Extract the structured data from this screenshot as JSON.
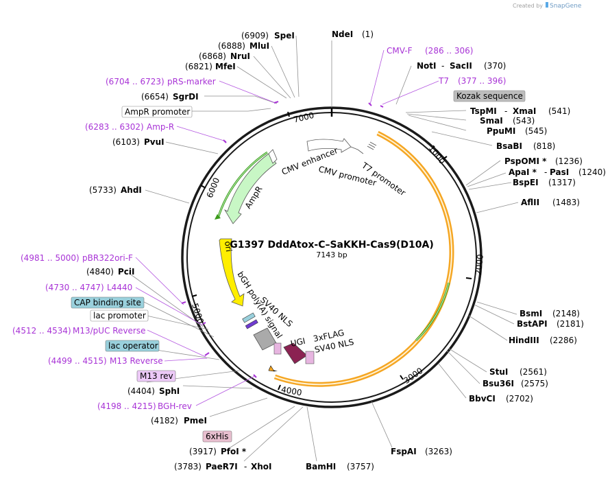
{
  "watermark": {
    "prefix": "Created by",
    "brand": "SnapGene"
  },
  "plasmid": {
    "name": "G1397 DddAtox-C–SaKKH-Cas9(D10A)",
    "length": "7143 bp"
  },
  "ticks": [
    "1000",
    "2000",
    "3000",
    "4000",
    "5000",
    "6000",
    "7000"
  ],
  "features": {
    "cmv_enhancer": "CMV enhancer",
    "cmv_promoter": "CMV promoter",
    "t7_promoter": "T7 promoter",
    "ampr": "AmpR",
    "ori": "ori",
    "bgh": "bGH poly(A) signal",
    "sv40_1": "SV40 NLS",
    "ugi": "UGI",
    "flag": "3xFLAG",
    "sv40_2": "SV40 NLS"
  },
  "sites": [
    {
      "name": "NdeI",
      "pos": "(1)"
    },
    {
      "name": "NotI",
      "sep": "SacII",
      "pos": "(370)"
    },
    {
      "name": "TspMI",
      "sep": "XmaI",
      "pos": "(541)"
    },
    {
      "name": "SmaI",
      "pos": "(543)"
    },
    {
      "name": "PpuMI",
      "pos": "(545)"
    },
    {
      "name": "BsaBI",
      "pos": "(818)"
    },
    {
      "name": "PspOMI *",
      "pos": "(1236)"
    },
    {
      "name": "ApaI *",
      "sep": "PasI",
      "pos": "(1240)"
    },
    {
      "name": "BspEI",
      "pos": "(1317)"
    },
    {
      "name": "AflII",
      "pos": "(1483)"
    },
    {
      "name": "BsmI",
      "pos": "(2148)"
    },
    {
      "name": "BstAPI",
      "pos": "(2181)"
    },
    {
      "name": "HindIII",
      "pos": "(2286)"
    },
    {
      "name": "StuI",
      "pos": "(2561)"
    },
    {
      "name": "Bsu36I",
      "pos": "(2575)"
    },
    {
      "name": "BbvCI",
      "pos": "(2702)"
    },
    {
      "name": "FspAI",
      "pos": "(3263)"
    },
    {
      "name": "BamHI",
      "pos": "(3757)"
    },
    {
      "name": "PaeR7I",
      "sep": "XhoI",
      "pos": "(3783)"
    },
    {
      "name": "PfoI *",
      "pos": "(3917)"
    },
    {
      "name": "PmeI",
      "pos": "(4182)"
    },
    {
      "name": "SphI",
      "pos": "(4404)"
    },
    {
      "name": "PciI",
      "pos": "(4840)"
    },
    {
      "name": "AhdI",
      "pos": "(5733)"
    },
    {
      "name": "PvuI",
      "pos": "(6103)"
    },
    {
      "name": "SgrDI",
      "pos": "(6654)"
    },
    {
      "name": "MfeI",
      "pos": "(6821)"
    },
    {
      "name": "NruI",
      "pos": "(6868)"
    },
    {
      "name": "MluI",
      "pos": "(6888)"
    },
    {
      "name": "SpeI",
      "pos": "(6909)"
    }
  ],
  "primers": [
    {
      "range": "(286 .. 306)",
      "name": "CMV-F"
    },
    {
      "range": "(377 .. 396)",
      "name": "T7"
    },
    {
      "range": "(6704 .. 6723)",
      "name": "pRS-marker"
    },
    {
      "range": "(6283 .. 6302)",
      "name": "Amp-R"
    },
    {
      "range": "(4981 .. 5000)",
      "name": "pBR322ori-F"
    },
    {
      "range": "(4730 .. 4747)",
      "name": "L4440"
    },
    {
      "range": "(4512 .. 4534)",
      "name": "M13/pUC Reverse"
    },
    {
      "range": "(4499 .. 4515)",
      "name": "M13 Reverse"
    },
    {
      "range": "(4198 .. 4215)",
      "name": "BGH-rev"
    }
  ],
  "boxes": {
    "kozak": "Kozak sequence",
    "ampr_promoter": "AmpR promoter",
    "cap": "CAP binding site",
    "lac_promoter": "lac promoter",
    "lac_operator": "lac operator",
    "m13rev": "M13 rev",
    "his": "6xHis"
  },
  "colors": {
    "backbone": "#1a1a1a",
    "orf": "#f5a623",
    "orf_inner": "#fff3d6",
    "promoter": "#ffffff",
    "ampr": "#c8f7c5",
    "ori": "#ffee00",
    "polyA": "#aaaaaa",
    "nls": "#e7b5e0",
    "ugi": "#8b2252",
    "primer": "#a833d6",
    "kozak_box": "#bdbdbd",
    "cap_box": "#99d0dc",
    "m13rev_box": "#ecc9f7",
    "his_box": "#e8bfcf"
  }
}
